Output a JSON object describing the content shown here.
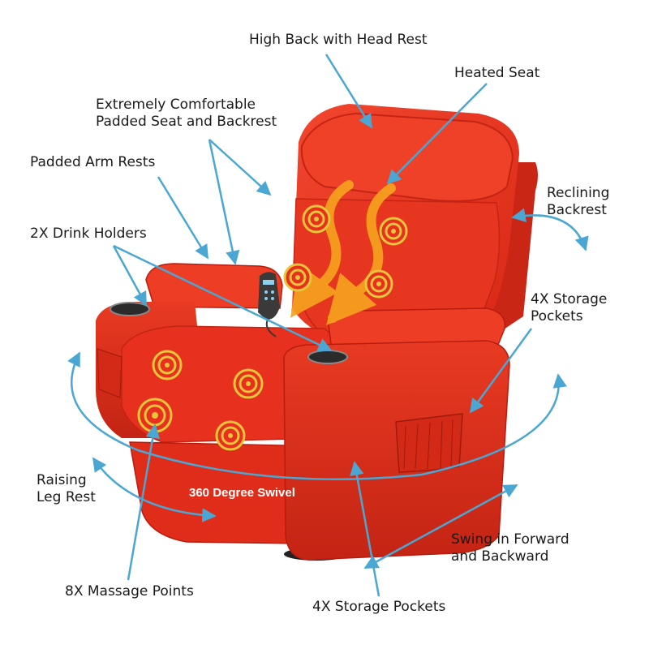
{
  "labels": {
    "high_back": "High Back with Head Rest",
    "heated_seat": "Heated Seat",
    "comfort_line1": "Extremely Comfortable",
    "comfort_line2": "Padded Seat and Backrest",
    "arm_rests": "Padded Arm Rests",
    "reclining_line1": "Reclining",
    "reclining_line2": "Backrest",
    "drink_holders": "2X  Drink Holders",
    "storage_right_line1": "4X Storage",
    "storage_right_line2": "Pockets",
    "leg_rest_line1": "Raising",
    "leg_rest_line2": "Leg Rest",
    "swivel": "360 Degree Swivel",
    "swing_line1": "Swing in Forward",
    "swing_line2": "and Backward",
    "massage_points": "8X  Massage Points",
    "storage_bottom": "4X  Storage Pockets"
  },
  "colors": {
    "chair": "#e8301e",
    "chair_dark": "#b81c10",
    "arrow": "#4aa7d4",
    "heat": "#f6a21e",
    "massage": "#e6c63a"
  }
}
